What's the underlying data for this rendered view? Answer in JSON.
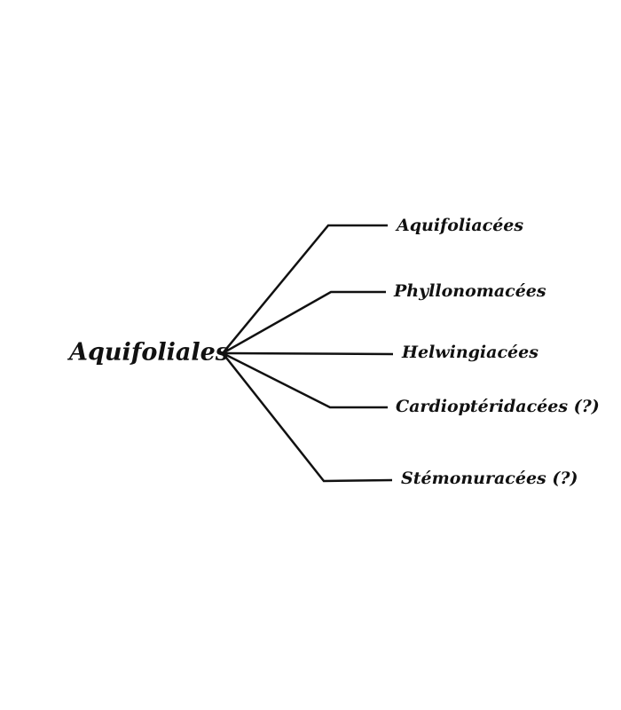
{
  "root": {
    "label": "Aquifoliales"
  },
  "children": [
    {
      "label": "Aquifoliacées"
    },
    {
      "label": "Phyllonomacées"
    },
    {
      "label": "Helwingiacées"
    },
    {
      "label": "Cardioptéridacées (?)"
    },
    {
      "label": "Stémonuracées (?)"
    }
  ],
  "colors": {
    "line": "#111111",
    "text": "#111111",
    "background": "#ffffff"
  }
}
